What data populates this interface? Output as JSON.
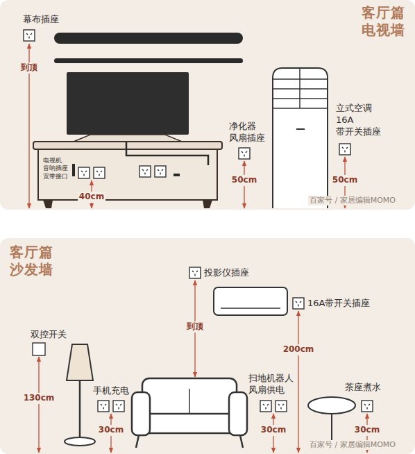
{
  "diagram": {
    "nodes": [
      {
        "text": [
          "客厅篇 电视墙"
        ]
      },
      {
        "text": [
          "客厅篇 沙发墙"
        ]
      }
    ],
    "labels": [
      "幕布插座",
      "到顶",
      "电视机 音响插座 宽带接口",
      "40cm",
      "净化器 风扇插座",
      "50cm",
      "立式空调 16A 带开关插座",
      "50cm",
      "百家号 / 家居编辑MOMO",
      "投影仪插座",
      "16A带开关插座",
      "到顶",
      "200cm",
      "双控开关",
      "130cm",
      "手机充电",
      "30cm",
      "扫地机器人 风扇供电",
      "30cm",
      "茶座煮水",
      "30cm",
      "百家号 / 家居编辑MOMO"
    ]
  }
}
